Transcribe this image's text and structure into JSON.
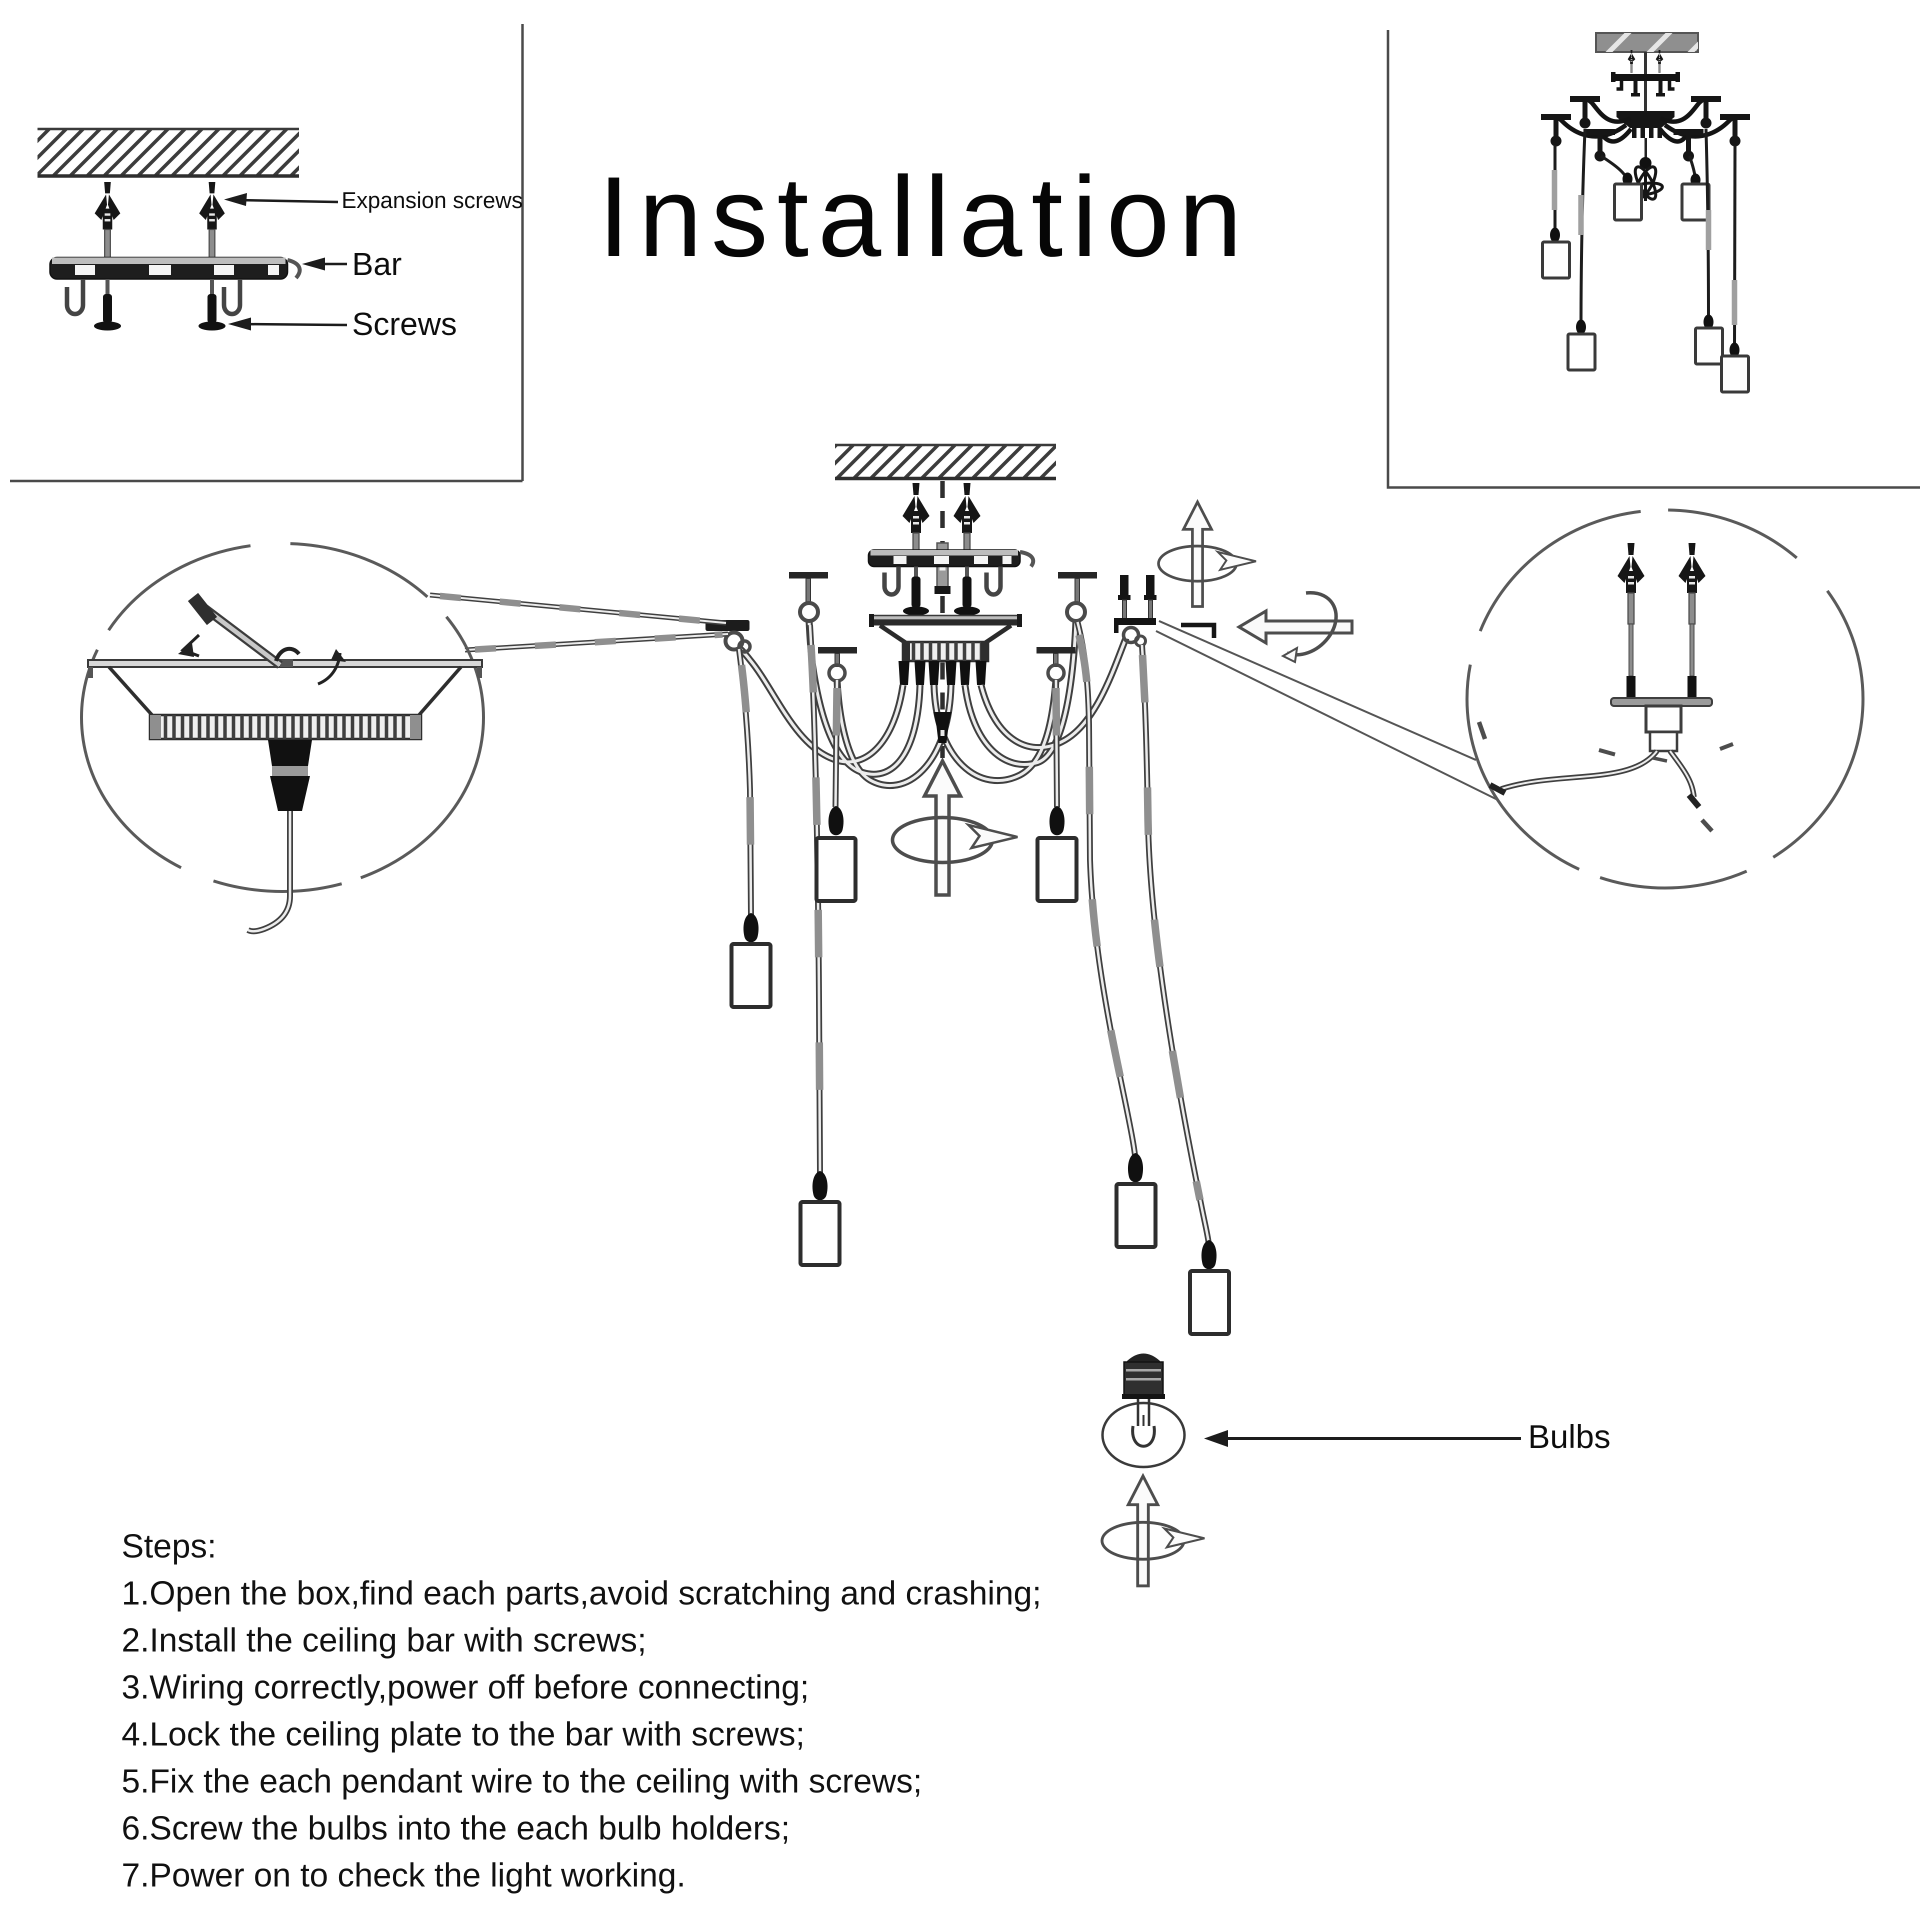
{
  "title": "Installation",
  "top_left_box": {
    "expansion_screws_label": "Expansion screws",
    "bar_label": "Bar",
    "screws_label": "Screws"
  },
  "bulb_figure": {
    "bulbs_label": "Bulbs"
  },
  "steps": {
    "heading": "Steps:",
    "items": [
      "1.Open the box,find each parts,avoid scratching and crashing;",
      "2.Install the ceiling bar with screws;",
      "3.Wiring correctly,power off before connecting;",
      "4.Lock the ceiling plate to the bar with screws;",
      "5.Fix the each pendant wire to the ceiling with screws;",
      "6.Screw the bulbs into the each bulb holders;",
      "7.Power on to check the light working."
    ]
  },
  "icons": {
    "rotate_screw_in_icon": "up arrow with circular rotation loop",
    "rotate_direction_icon": "left arrow with rotation hook",
    "leader_arrow_icon": "label pointer arrow"
  },
  "colors": {
    "ink": "#161616",
    "cord_gray": "#9a9a9a",
    "sleeve_gray": "#8f8f8f",
    "slab_gray": "#8f8f8f",
    "detail_line": "#555555",
    "background": "#ffffff"
  }
}
